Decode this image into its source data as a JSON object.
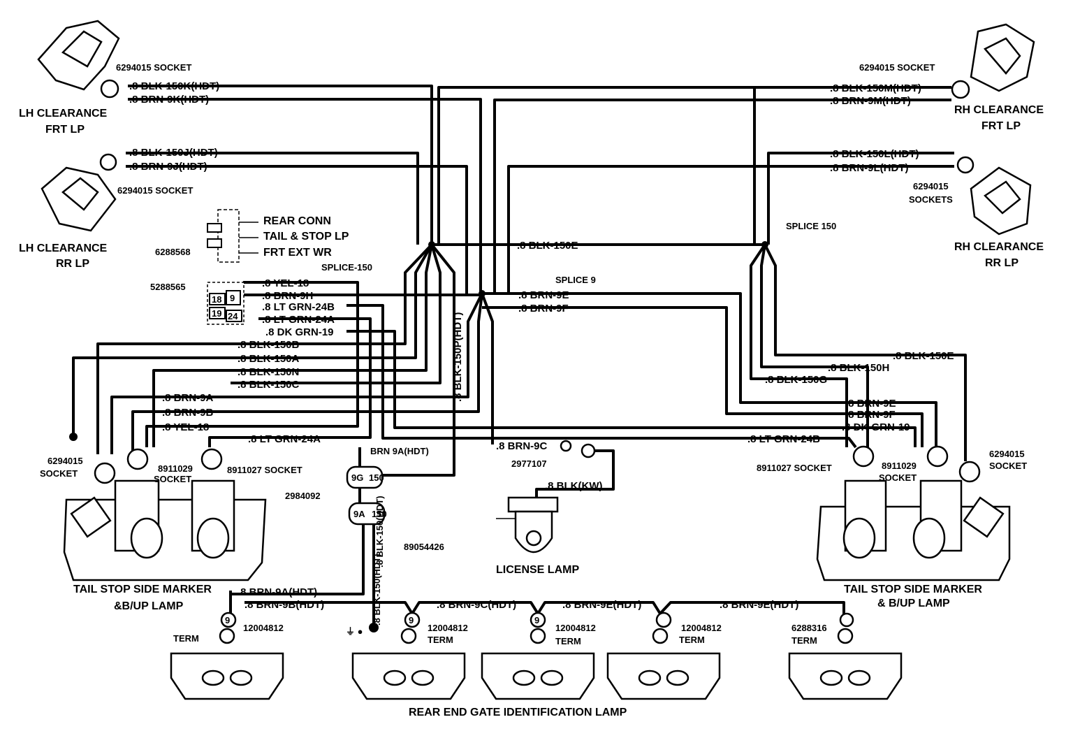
{
  "diagram": {
    "lh_front": {
      "socket": "6294015 SOCKET",
      "w1": ".8 BLK-150K(HDT)",
      "w2": ".8 BRN-9K(HDT)",
      "title1": "LH CLEARANCE",
      "title2": "FRT LP"
    },
    "lh_rear": {
      "w1": ".8 BLK-150J(HDT)",
      "w2": ".8 BRN-9J(HDT)",
      "socket": "6294015 SOCKET",
      "title1": "LH CLEARANCE",
      "title2": "RR LP"
    },
    "rh_front": {
      "socket": "6294015 SOCKET",
      "w1": ".8 BLK-150M(HDT)",
      "w2": ".8 BRN-9M(HDT)",
      "title1": "RH CLEARANCE",
      "title2": "FRT LP"
    },
    "rh_rear": {
      "w1": ".8 BLK-150L(HDT)",
      "w2": ".8 BRN-9L(HDT)",
      "socket1": "6294015",
      "socket2": "SOCKETS",
      "title1": "RH CLEARANCE",
      "title2": "RR LP"
    },
    "rear_conn": {
      "l1": "REAR CONN",
      "l2": "TAIL & STOP LP",
      "l3": "FRT EXT WR",
      "part": "6288568"
    },
    "conn2": {
      "part": "5288565",
      "p18": "18",
      "p9": "9",
      "p19": "19",
      "p24": "24"
    },
    "splice150_left": "SPLICE-150",
    "splice150_right": "SPLICE 150",
    "splice9": "SPLICE 9",
    "w_blk150e_top": ".8 BLK-150E",
    "w_brn9e": ".8 BRN-9E",
    "w_brn9f": ".8 BRN-9F",
    "left_wires": [
      ".8 YEL-18",
      ".8 BRN-9H",
      ".8 LT GRN-24B",
      ".8 LT GRN-24A",
      ".8 DK GRN-19",
      ".8 BLK-150B",
      ".8 BLK-150A",
      ".8 BLK-150N",
      ".8 BLK-150C",
      ".8 BRN-9A",
      ".8 BRN-9B",
      ".8 YEL-18",
      ".8 LT GRN-24A"
    ],
    "vertical_label": ".8 BLK-150P(HDT)",
    "right_wires": [
      ".8 BLK-150E",
      ".8 BLK-150H",
      ".8 BLK-150G",
      ".8 BRN-9E",
      ".8 BRN-9F",
      ".8 DK GRN-19",
      ".8 LT GRN-24B"
    ],
    "left_sockets": {
      "s1a": "6294015",
      "s1b": "SOCKET",
      "s2a": "8911029",
      "s2b": "SOCKET",
      "s3": "8911027  SOCKET"
    },
    "right_sockets": {
      "s1": "8911027 SOCKET",
      "s2a": "8911029",
      "s2b": "SOCKET",
      "s3a": "6294015",
      "s3b": "SOCKET"
    },
    "center": {
      "brn9c": ".8 BRN-9C",
      "part2977107": "2977107",
      "blk_kw": ".8 BLK(KW)",
      "license": "LICENSE LAMP",
      "part2984092": "2984092",
      "part89054426": "89054426",
      "c9g": "9G",
      "c150": "150",
      "c9a": "9A",
      "c150b": "150",
      "vert2": ".8 BLK-150(HDT)",
      "garbled": "BRN  9A(HDT)"
    },
    "tail_left1": "TAIL STOP SIDE MARKER",
    "tail_left2": "&B/UP LAMP",
    "tail_right1": "TAIL STOP SIDE MARKER",
    "tail_right2": "& B/UP LAMP",
    "bottom_wires": [
      ".8 BRN-9A(HDT)",
      ".8 BRN-9B(HDT)",
      ".8 BRN-9C(HDT)",
      ".8 BRN-9E(HDT)",
      ".8 BRN-9E(HDT)"
    ],
    "vert3": ".8 BLK-150(HDT)",
    "id_lamps": [
      {
        "num": "9",
        "part": "12004812",
        "term": "TERM"
      },
      {
        "num": "9",
        "part": "12004812",
        "term": "TERM"
      },
      {
        "num": "9",
        "part": "12004812",
        "term": "TERM"
      },
      {
        "num": "",
        "part": "12004812",
        "term": "TERM"
      },
      {
        "num": "",
        "part": "6288316",
        "term": "TERM"
      }
    ],
    "ground_mark": "⏚ ●",
    "bottom_title": "REAR END GATE IDENTIFICATION LAMP"
  }
}
